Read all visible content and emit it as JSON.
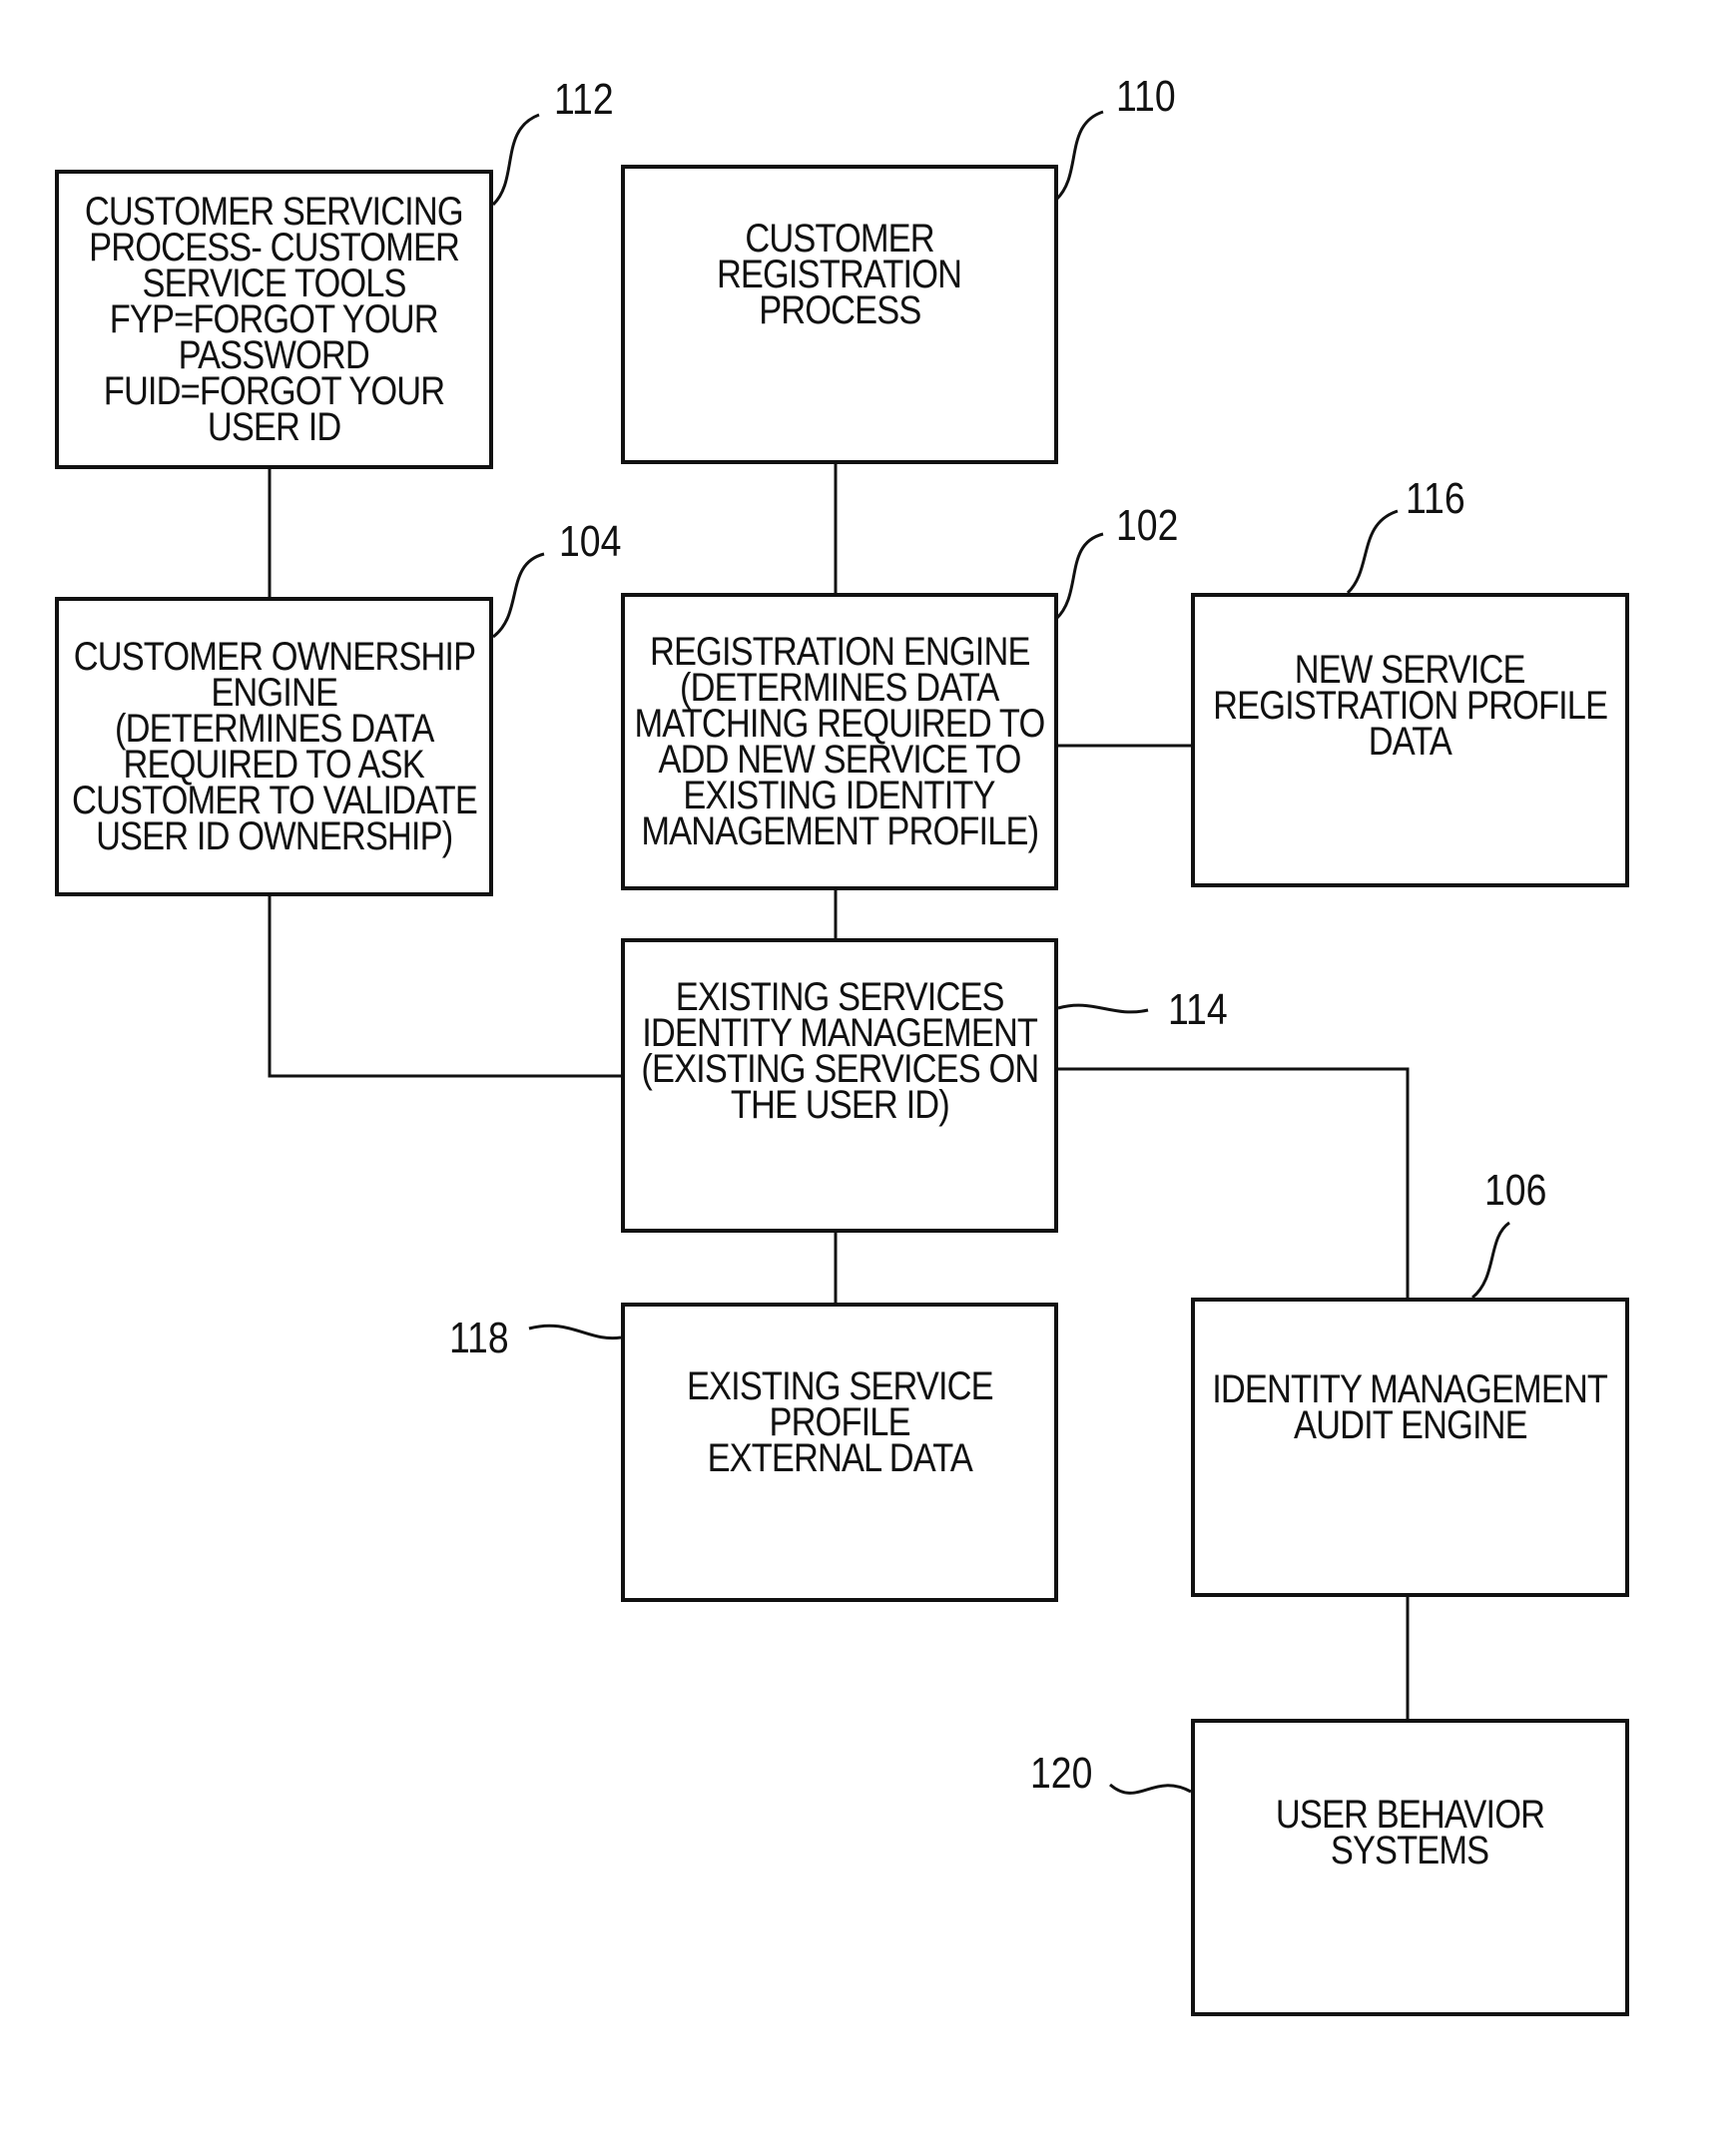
{
  "boxes": {
    "customer_servicing": {
      "lines": [
        "CUSTOMER SERVICING",
        "PROCESS- CUSTOMER",
        "SERVICE TOOLS",
        "FYP=FORGOT YOUR",
        "PASSWORD",
        "FUID=FORGOT YOUR",
        "USER ID"
      ],
      "ref": "112"
    },
    "customer_registration": {
      "lines": [
        "CUSTOMER",
        "REGISTRATION",
        "PROCESS"
      ],
      "ref": "110"
    },
    "customer_ownership": {
      "lines": [
        "CUSTOMER OWNERSHIP",
        "ENGINE",
        "(DETERMINES DATA",
        "REQUIRED TO ASK",
        "CUSTOMER TO VALIDATE",
        "USER ID OWNERSHIP)"
      ],
      "ref": "104"
    },
    "registration_engine": {
      "lines": [
        "REGISTRATION ENGINE",
        "(DETERMINES DATA",
        "MATCHING REQUIRED TO",
        "ADD NEW SERVICE TO",
        "EXISTING IDENTITY",
        "MANAGEMENT PROFILE)"
      ],
      "ref": "102"
    },
    "new_service_profile": {
      "lines": [
        "NEW SERVICE",
        "REGISTRATION PROFILE",
        "DATA"
      ],
      "ref": "116"
    },
    "existing_services_im": {
      "lines": [
        "EXISTING SERVICES",
        "IDENTITY MANAGEMENT",
        "(EXISTING SERVICES ON",
        "THE USER ID)"
      ],
      "ref": "114"
    },
    "existing_service_profile": {
      "lines": [
        "EXISTING SERVICE",
        "PROFILE",
        "EXTERNAL DATA"
      ],
      "ref": "118"
    },
    "audit_engine": {
      "lines": [
        "IDENTITY MANAGEMENT",
        "AUDIT ENGINE"
      ],
      "ref": "106"
    },
    "user_behavior": {
      "lines": [
        "USER BEHAVIOR",
        "SYSTEMS"
      ],
      "ref": "120"
    }
  }
}
